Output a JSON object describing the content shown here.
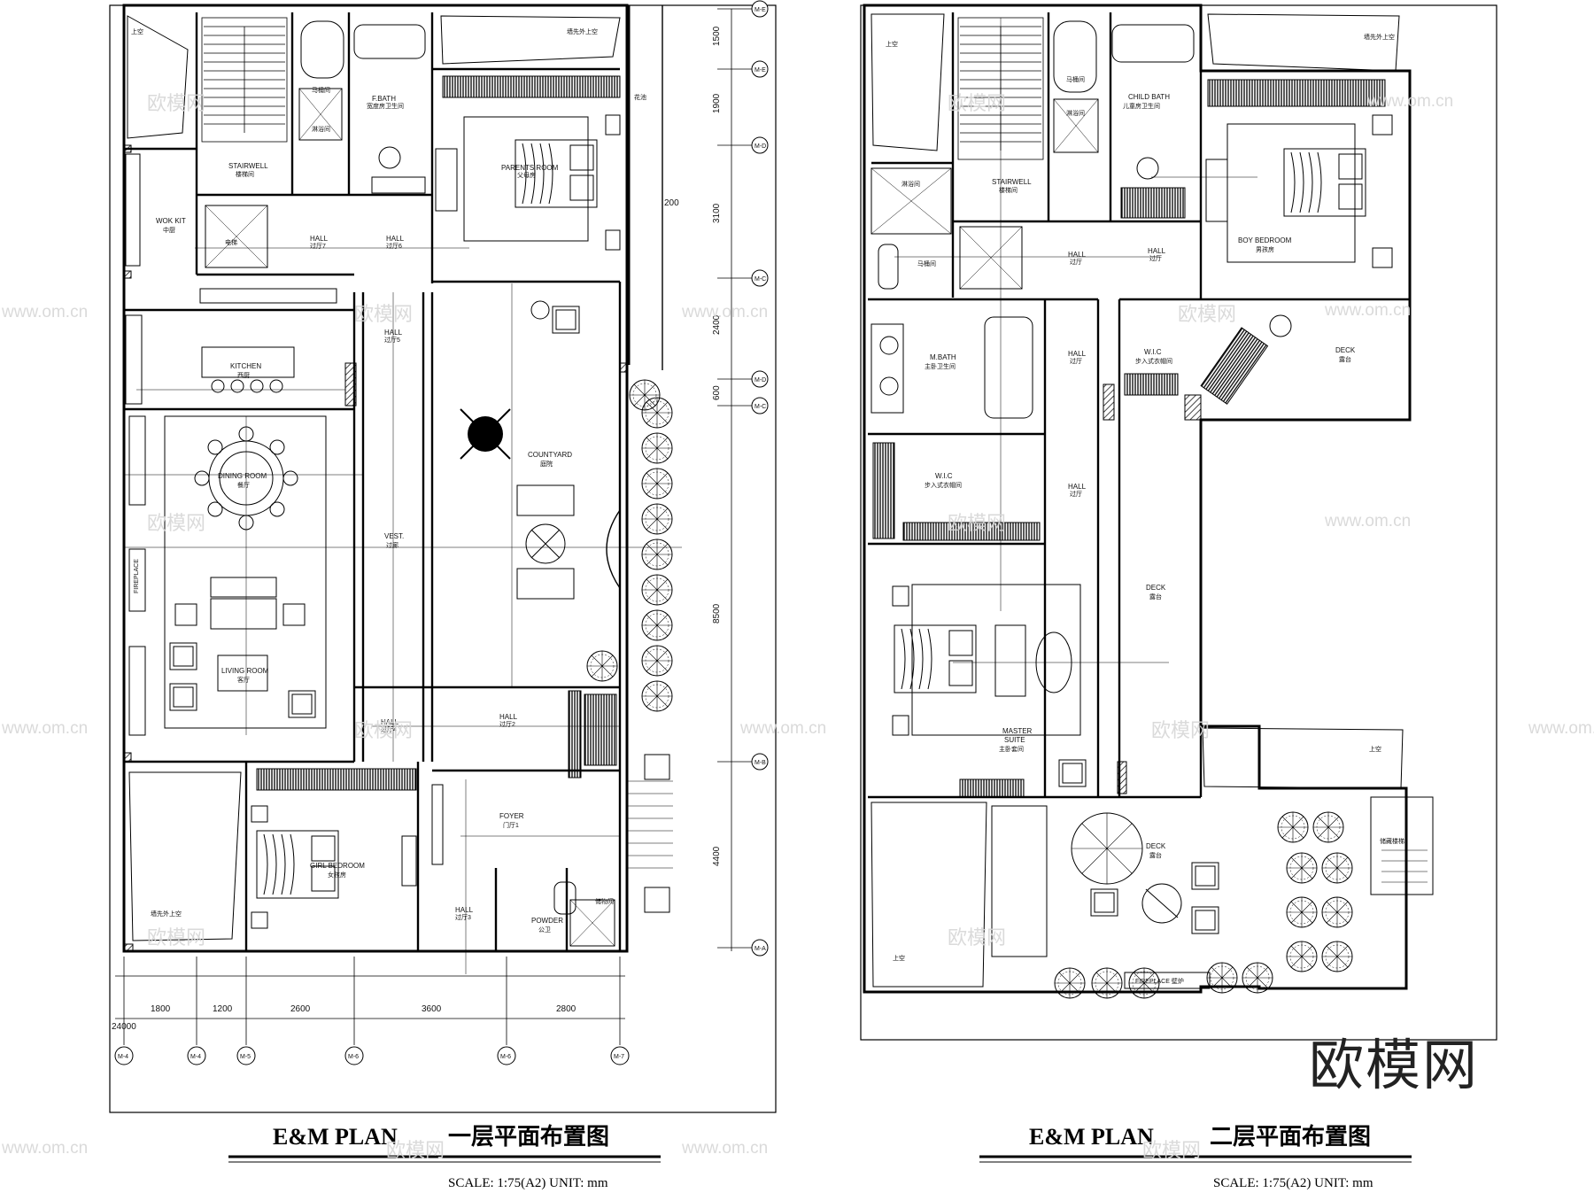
{
  "plans": [
    {
      "title": "E&M  PLAN",
      "title_cn": "一层平面布置图",
      "scale": "SCALE: 1:75(A2) UNIT: mm",
      "axis_labels_right": [
        "M-E",
        "M-D",
        "M-C",
        "M-B",
        "M-A"
      ],
      "axis_labels_bottom": [
        "M-4",
        "M-4",
        "M-5",
        "M-6",
        "M-6",
        "M-7"
      ],
      "dims_bottom": [
        "1800",
        "1200",
        "2600",
        "3600",
        "2800"
      ],
      "dim_total": "24000",
      "dims_right": [
        "1500",
        "1900",
        "3100",
        "2400",
        "600",
        "8500",
        "4400"
      ],
      "dim_small": "200",
      "rooms": {
        "void_tl": "上空",
        "void_top": "墙先外上空",
        "f_bath": "F.BATH",
        "f_bath_cn": "宽度房卫生间",
        "storage": "马桶间",
        "shower": "淋浴间",
        "stairwell": "STAIRWELL",
        "stairwell_cn": "楼梯间",
        "parents_room": "PARENTS ROOM",
        "parents_room_cn": "父母房",
        "wokkit": "WOK KIT",
        "wokkit_cn": "中厨",
        "elevator": "电梯",
        "hall1": "HALL",
        "hall1_cn": "过厅7",
        "hall2": "HALL",
        "hall2_cn": "过厅6",
        "hall3": "HALL",
        "hall3_cn": "过厅5",
        "kitchen": "KITCHEN",
        "kitchen_cn": "西厨",
        "dining": "DINING ROOM",
        "dining_cn": "餐厅",
        "fireplace": "FIREPLACE",
        "living": "LIVING ROOM",
        "living_cn": "客厅",
        "vest": "VEST.",
        "vest_cn": "过廊",
        "courtyard": "COUNTYARD",
        "courtyard_cn": "庭院",
        "hall4": "HALL",
        "hall4_cn": "过厅4",
        "hall5": "HALL",
        "hall5_cn": "过厅2",
        "foyer": "FOYER",
        "foyer_cn": "门厅1",
        "girl_bedroom": "GIRL BEDROOM",
        "girl_bedroom_cn": "女孩房",
        "void_bl": "墙先外上空",
        "hall6": "HALL",
        "hall6_cn": "过厅3",
        "powder": "POWDER",
        "powder_cn": "公卫",
        "garden": "花池",
        "storage2": "储物间"
      }
    },
    {
      "title": "E&M  PLAN",
      "title_cn": "二层平面布置图",
      "scale": "SCALE: 1:75(A2) UNIT: mm",
      "rooms": {
        "void_tl": "上空",
        "void_tr": "上空",
        "void_top": "墙先外上空",
        "storage": "马桶间",
        "child_bath": "CHILD BATH",
        "child_bath_cn": "儿童房卫生间",
        "shower": "淋浴间",
        "stairwell": "STAIRWELL",
        "stairwell_cn": "楼梯间",
        "boy_bedroom": "BOY BEDROOM",
        "boy_bedroom_cn": "男孩房",
        "shower2": "淋浴间",
        "toilet2": "马桶间",
        "hall1": "HALL",
        "hall1_cn": "过厅",
        "hall2": "HALL",
        "hall2_cn": "过厅",
        "m_bath": "M.BATH",
        "m_bath_cn": "主卧卫生间",
        "hall3": "HALL",
        "hall3_cn": "过厅",
        "wic1": "W.I.C",
        "wic1_cn": "步入式衣帽间",
        "deck1": "DECK",
        "deck1_cn": "露台",
        "wic2": "W.I.C",
        "wic2_cn": "步入式衣帽间",
        "hall4": "HALL",
        "hall4_cn": "过厅",
        "deck2": "DECK",
        "deck2_cn": "露台",
        "master": "MASTER",
        "suite": "SUITE",
        "master_cn": "主卧套间",
        "deck3": "DECK",
        "deck3_cn": "露台",
        "fireplace": "FIREPLACE 壁炉",
        "void_br": "上空",
        "void_bl": "上空",
        "stair_top": "储藏楼梯"
      }
    }
  ],
  "watermark": {
    "url": "www.om.cn",
    "brand_small": "欧模网",
    "brand": "欧模网"
  }
}
